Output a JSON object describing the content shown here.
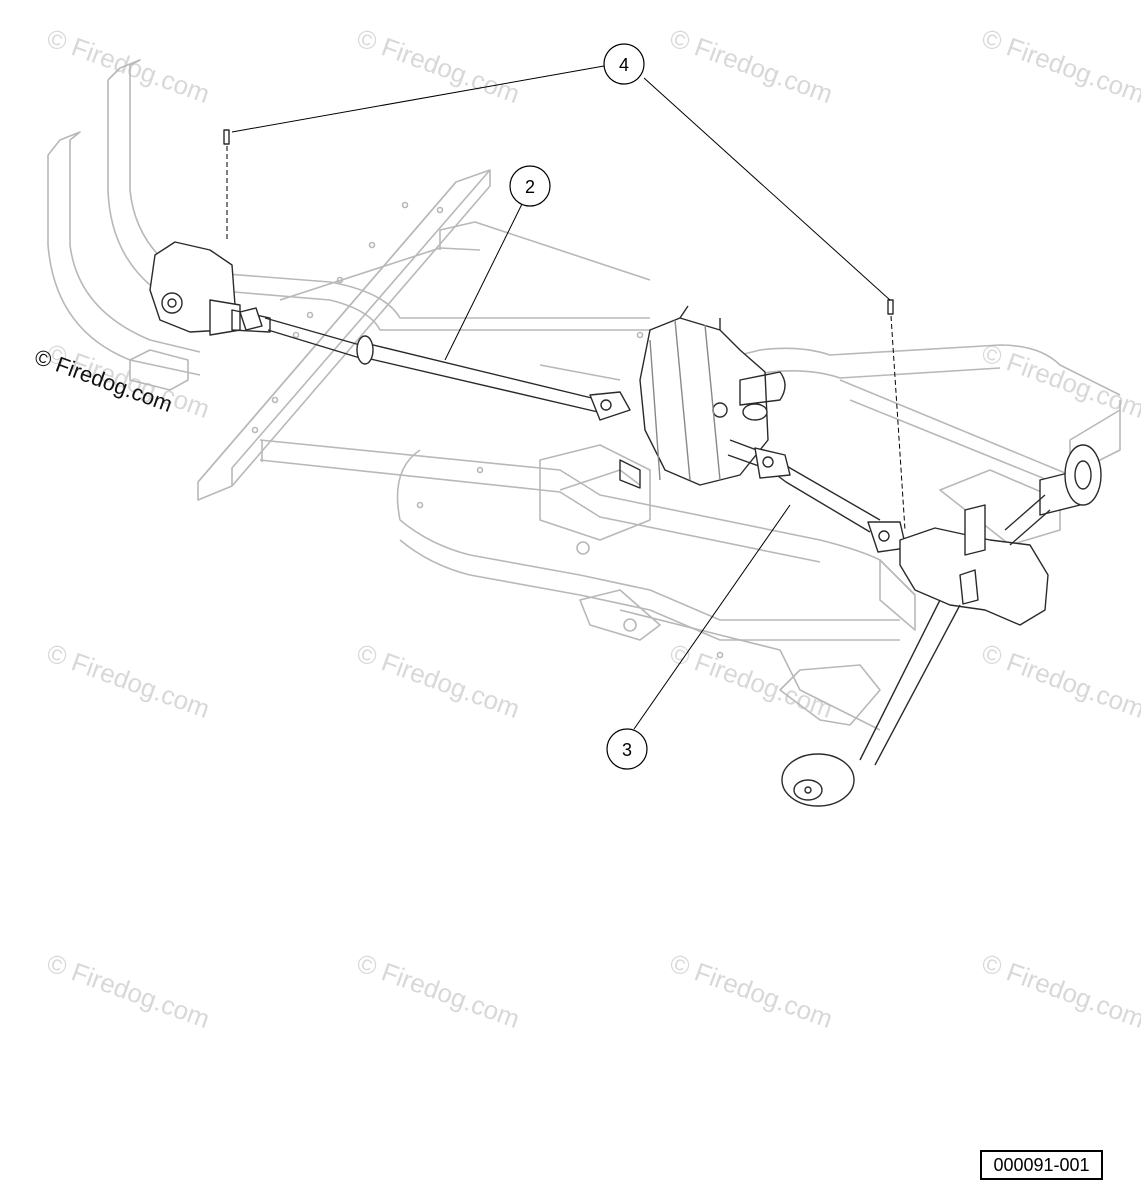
{
  "diagram": {
    "callouts": [
      {
        "id": "callout-4",
        "label": "4"
      },
      {
        "id": "callout-2",
        "label": "2"
      },
      {
        "id": "callout-3",
        "label": "3"
      }
    ],
    "copyright": "© Firedog.com",
    "watermark_text": "© Firedog.com",
    "figure_id": "000091-001"
  }
}
